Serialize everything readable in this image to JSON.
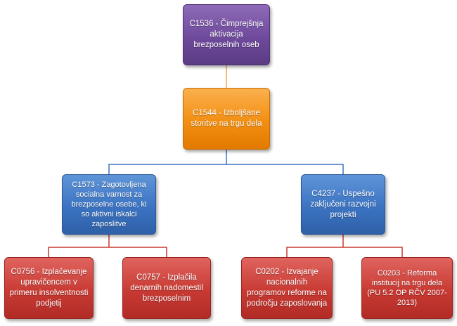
{
  "diagram": {
    "root": {
      "id": "C1536",
      "text": "C1536 - Čimprejšnja aktivacija brezposelnih oseb",
      "color": "#6f4a9c"
    },
    "level2": {
      "id": "C1544",
      "text": "C1544 - Izboljšane storitve na trgu dela",
      "color": "#f28f12"
    },
    "level3": [
      {
        "id": "C1573",
        "text": "C1573 - Zagotovljena socialna varnost za brezposelne osebe, ki so aktivni iskalci zaposlitve",
        "color": "#3b73c2"
      },
      {
        "id": "C4237",
        "text": "C4237 - Uspešno zaključeni razvojni projekti",
        "color": "#3b73c2"
      }
    ],
    "level4": [
      {
        "id": "C0756",
        "text": "C0756 - Izplačevanje upravičencem v primeru insolventnosti podjetij",
        "color": "#c83a33"
      },
      {
        "id": "C0757",
        "text": "C0757 - Izplačila denarnih nadomestil brezposelnim",
        "color": "#c83a33"
      },
      {
        "id": "C0202",
        "text": "C0202 - Izvajanje nacionalnih programov reforme na področju zaposlovanja",
        "color": "#c83a33"
      },
      {
        "id": "C0203",
        "text": "C0203 - Reforma institucij na trgu dela (PU 5.2 OP RČV 2007-2013)",
        "color": "#c83a33"
      }
    ],
    "connector_colors": {
      "root_to_l2": "#f4a24a",
      "l2_to_l3": "#3b73c2",
      "l3_to_l4": "#c83a33"
    }
  }
}
